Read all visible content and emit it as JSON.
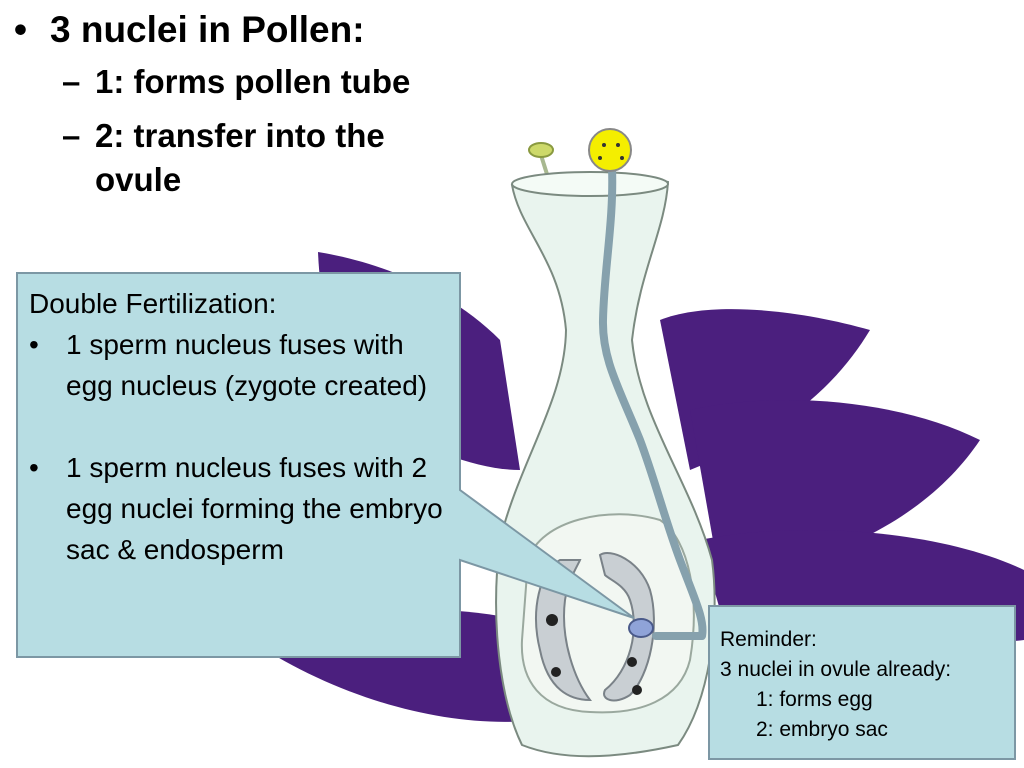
{
  "slide": {
    "bullets": {
      "main": "3 nuclei in Pollen:",
      "sub": [
        "1: forms pollen tube",
        "2: transfer into the ovule"
      ],
      "bullet_mark": "•",
      "sub_mark": "–"
    },
    "callout": {
      "heading": "Double Fertilization:",
      "items": [
        "1 sperm nucleus fuses with egg nucleus (zygote created)",
        "1 sperm nucleus fuses with 2 egg nuclei forming the embryo sac & endosperm"
      ],
      "bullet_mark": "•"
    },
    "reminder": {
      "title": "Reminder:",
      "line": "3 nuclei in ovule already:",
      "items": [
        "1: forms egg",
        "2: embryo sac"
      ]
    },
    "colors": {
      "callout_fill": "#b7dde3",
      "callout_border": "#7c97a4",
      "petal": "#4b1f7e",
      "pistil": "#e9f4ee",
      "pollen_tube": "#86a1ad",
      "pollen_grain": "#f4ee00"
    },
    "icons": [
      "pollen-grain-icon",
      "stamen-icon",
      "flower-illustration"
    ]
  }
}
